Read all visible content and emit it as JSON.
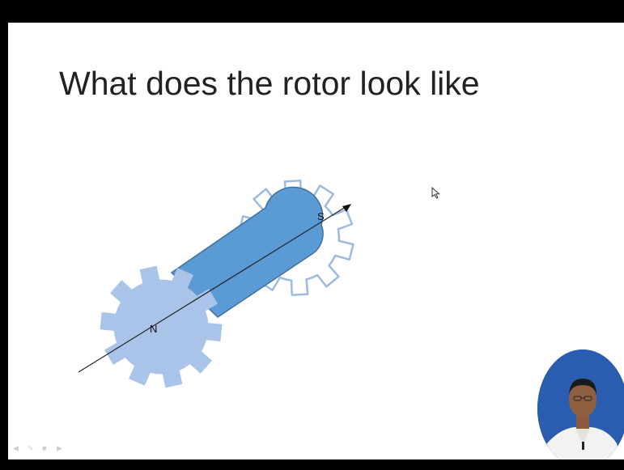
{
  "slide": {
    "title": "What does the rotor look like"
  },
  "diagram": {
    "north_label": "N",
    "south_label": "S"
  },
  "icons": {
    "cursor": "arrow-cursor-icon",
    "nav": [
      "nav-prev-icon",
      "nav-pen-icon",
      "nav-menu-icon",
      "nav-next-icon"
    ],
    "presenter": "presenter-video-thumbnail"
  },
  "colors": {
    "background": "#ffffff",
    "magnet_body": "#5b9bd5",
    "gear_north_fill": "#a9c4e8",
    "gear_south_stroke": "#9dbbe2",
    "frame": "#000000"
  }
}
